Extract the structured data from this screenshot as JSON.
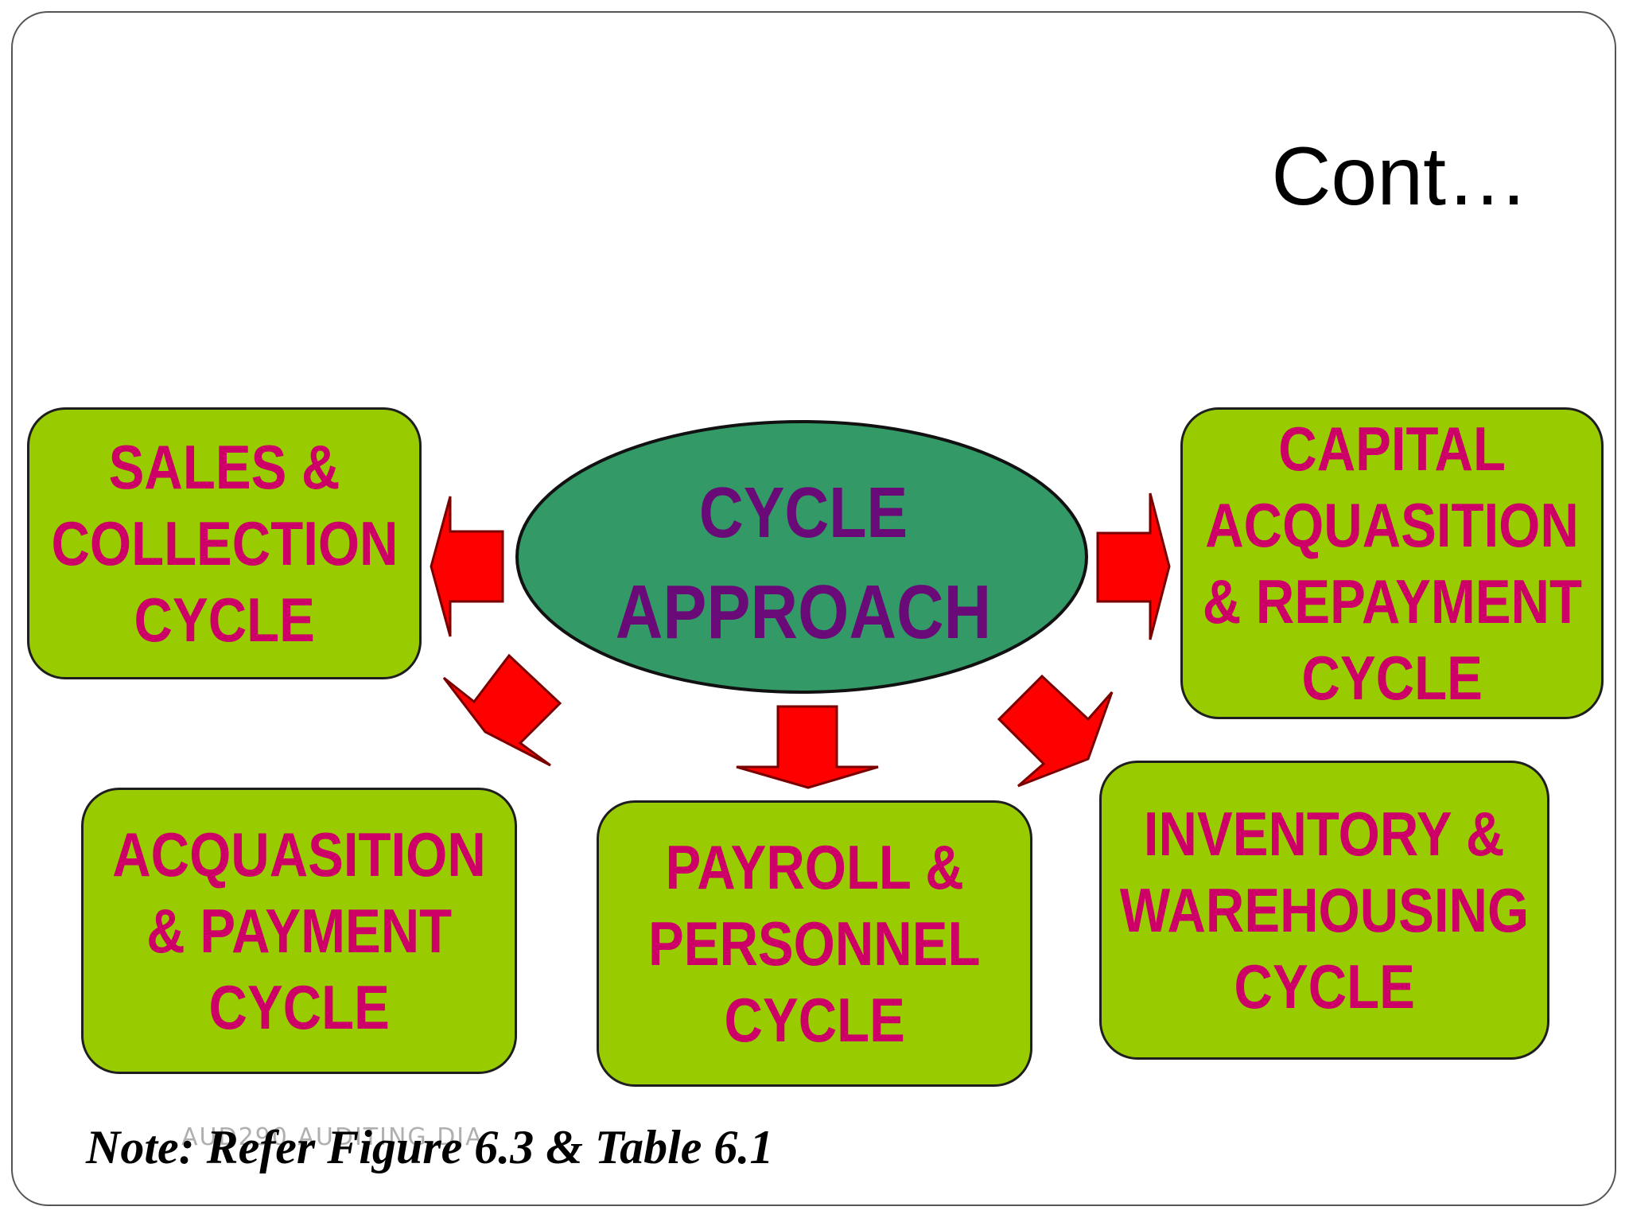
{
  "slide": {
    "title": "Cont…",
    "center": {
      "line1": "CYCLE",
      "line2": "APPROACH"
    },
    "cycles": [
      {
        "id": "sales",
        "lines": [
          "SALES &",
          "COLLECTION",
          "CYCLE"
        ]
      },
      {
        "id": "capital",
        "lines": [
          "CAPITAL",
          "ACQUASITION",
          "& REPAYMENT",
          "CYCLE"
        ]
      },
      {
        "id": "acquisition",
        "lines": [
          "ACQUASITION",
          "& PAYMENT",
          "CYCLE"
        ]
      },
      {
        "id": "payroll",
        "lines": [
          "PAYROLL &",
          "PERSONNEL",
          "CYCLE"
        ]
      },
      {
        "id": "inventory",
        "lines": [
          "INVENTORY &",
          "WAREHOUSING",
          "CYCLE"
        ]
      }
    ],
    "note": "Note: Refer Figure 6.3 & Table 6.1",
    "footer": "AUD290 AUDITING DIA"
  },
  "colors": {
    "box_fill": "#99cc00",
    "box_text": "#cc0066",
    "ellipse_fill": "#339966",
    "center_text": "#6a0a78",
    "arrow_fill": "#ff0000"
  }
}
